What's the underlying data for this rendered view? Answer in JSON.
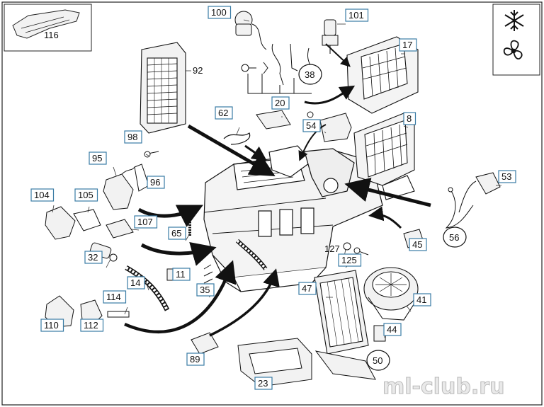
{
  "diagram": {
    "labels": [
      {
        "id": "116",
        "text": "116"
      },
      {
        "id": "100",
        "text": "100"
      },
      {
        "id": "101",
        "text": "101"
      },
      {
        "id": "92",
        "text": "92"
      },
      {
        "id": "17",
        "text": "17"
      },
      {
        "id": "38",
        "text": "38"
      },
      {
        "id": "20",
        "text": "20"
      },
      {
        "id": "62",
        "text": "62"
      },
      {
        "id": "54",
        "text": "54"
      },
      {
        "id": "8",
        "text": "8"
      },
      {
        "id": "98",
        "text": "98"
      },
      {
        "id": "95",
        "text": "95"
      },
      {
        "id": "96",
        "text": "96"
      },
      {
        "id": "53",
        "text": "53"
      },
      {
        "id": "104",
        "text": "104"
      },
      {
        "id": "105",
        "text": "105"
      },
      {
        "id": "107",
        "text": "107"
      },
      {
        "id": "65",
        "text": "65"
      },
      {
        "id": "127",
        "text": "127"
      },
      {
        "id": "45",
        "text": "45"
      },
      {
        "id": "56",
        "text": "56"
      },
      {
        "id": "32",
        "text": "32"
      },
      {
        "id": "125",
        "text": "125"
      },
      {
        "id": "11",
        "text": "11"
      },
      {
        "id": "14",
        "text": "14"
      },
      {
        "id": "35",
        "text": "35"
      },
      {
        "id": "47",
        "text": "47"
      },
      {
        "id": "41",
        "text": "41"
      },
      {
        "id": "114",
        "text": "114"
      },
      {
        "id": "110",
        "text": "110"
      },
      {
        "id": "112",
        "text": "112"
      },
      {
        "id": "44",
        "text": "44"
      },
      {
        "id": "89",
        "text": "89"
      },
      {
        "id": "50",
        "text": "50"
      },
      {
        "id": "23",
        "text": "23"
      }
    ],
    "legend_icons": [
      "snowflake-icon",
      "fan-icon"
    ],
    "watermark": "ml-club.ru",
    "colors": {
      "line": "#111111",
      "label_border": "#3a7ca5",
      "background": "#ffffff"
    }
  }
}
